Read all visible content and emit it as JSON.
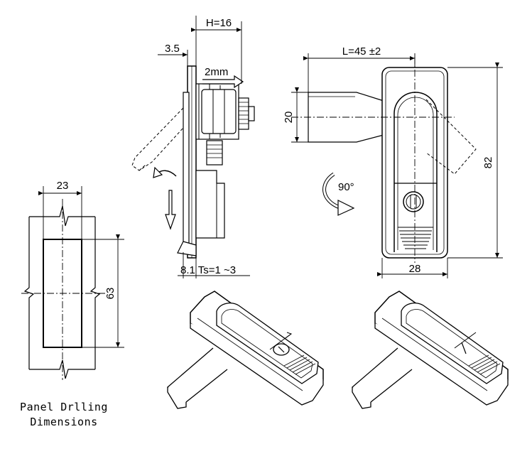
{
  "panel_drilling": {
    "width_label": "23",
    "height_label": "63",
    "caption_line1": "Panel Drlling",
    "caption_line2": "Dimensions"
  },
  "side_view": {
    "h_label": "H=16",
    "offset_label": "3.5",
    "travel_label": "2mm",
    "bottom_label": "8.1 Ts=1 ~3"
  },
  "front_view": {
    "l_label": "L=45 ±2",
    "width20_label": "20",
    "height_label": "82",
    "width28_label": "28",
    "rotation_label": "90°"
  }
}
